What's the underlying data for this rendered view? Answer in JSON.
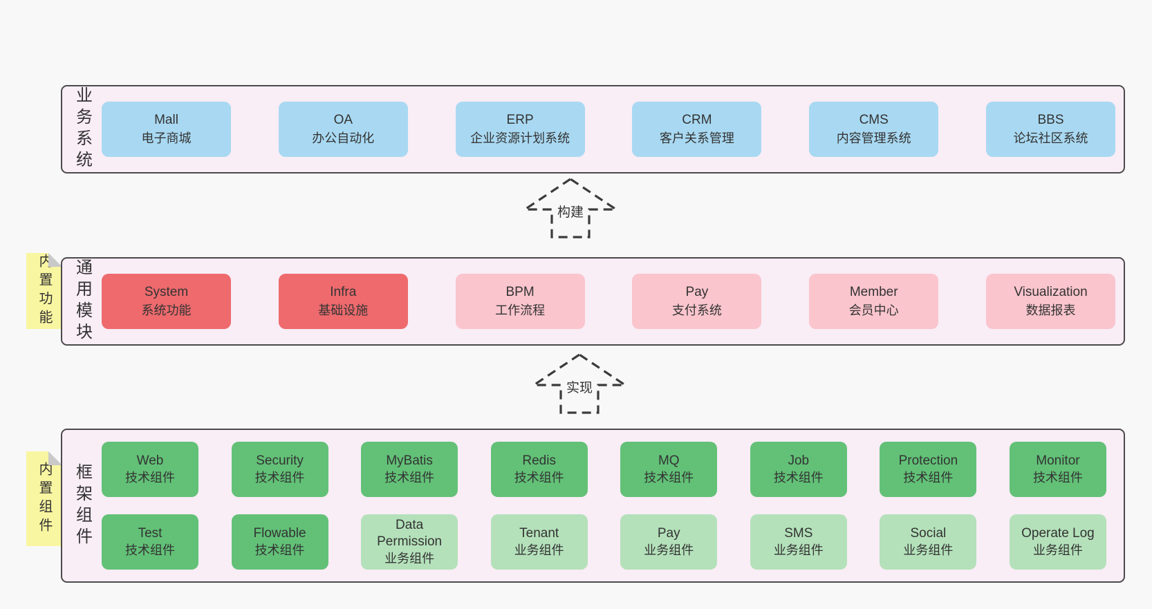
{
  "colors": {
    "page-bg": "#f8f8f8",
    "panel-bg": "#f9edf6",
    "panel-border": "#4a4a4a",
    "box-blue": "#a9d9f2",
    "box-red": "#ee6a6d",
    "box-pink": "#fac5cd",
    "box-green": "#62c177",
    "box-lightgreen": "#b4e1ba",
    "note-bg": "#f9f6a1",
    "note-fold": "#c9c9c9",
    "text": "#333333",
    "arrow": "#3b3b3b"
  },
  "business_systems": {
    "section_label": "业务系统",
    "items": [
      {
        "name": "Mall",
        "subtitle": "电子商城"
      },
      {
        "name": "OA",
        "subtitle": "办公自动化"
      },
      {
        "name": "ERP",
        "subtitle": "企业资源计划系统"
      },
      {
        "name": "CRM",
        "subtitle": "客户关系管理"
      },
      {
        "name": "CMS",
        "subtitle": "内容管理系统"
      },
      {
        "name": "BBS",
        "subtitle": "论坛社区系统"
      }
    ]
  },
  "build_arrow": {
    "label": "构建"
  },
  "common_modules": {
    "section_label": "通用模块",
    "note_label": "内置功能",
    "items": [
      {
        "name": "System",
        "subtitle": "系统功能"
      },
      {
        "name": "Infra",
        "subtitle": "基础设施"
      },
      {
        "name": "BPM",
        "subtitle": "工作流程"
      },
      {
        "name": "Pay",
        "subtitle": "支付系统"
      },
      {
        "name": "Member",
        "subtitle": "会员中心"
      },
      {
        "name": "Visualization",
        "subtitle": "数据报表"
      }
    ]
  },
  "implement_arrow": {
    "label": "实现"
  },
  "framework_components": {
    "section_label": "框架组件",
    "note_label": "内置组件",
    "rows": [
      [
        {
          "name": "Web",
          "subtitle": "技术组件"
        },
        {
          "name": "Security",
          "subtitle": "技术组件"
        },
        {
          "name": "MyBatis",
          "subtitle": "技术组件"
        },
        {
          "name": "Redis",
          "subtitle": "技术组件"
        },
        {
          "name": "MQ",
          "subtitle": "技术组件"
        },
        {
          "name": "Job",
          "subtitle": "技术组件"
        },
        {
          "name": "Protection",
          "subtitle": "技术组件"
        },
        {
          "name": "Monitor",
          "subtitle": "技术组件"
        }
      ],
      [
        {
          "name": "Test",
          "subtitle": "技术组件"
        },
        {
          "name": "Flowable",
          "subtitle": "技术组件"
        },
        {
          "name": "Data Permission",
          "subtitle": "业务组件"
        },
        {
          "name": "Tenant",
          "subtitle": "业务组件"
        },
        {
          "name": "Pay",
          "subtitle": "业务组件"
        },
        {
          "name": "SMS",
          "subtitle": "业务组件"
        },
        {
          "name": "Social",
          "subtitle": "业务组件"
        },
        {
          "name": "Operate Log",
          "subtitle": "业务组件"
        }
      ]
    ]
  }
}
